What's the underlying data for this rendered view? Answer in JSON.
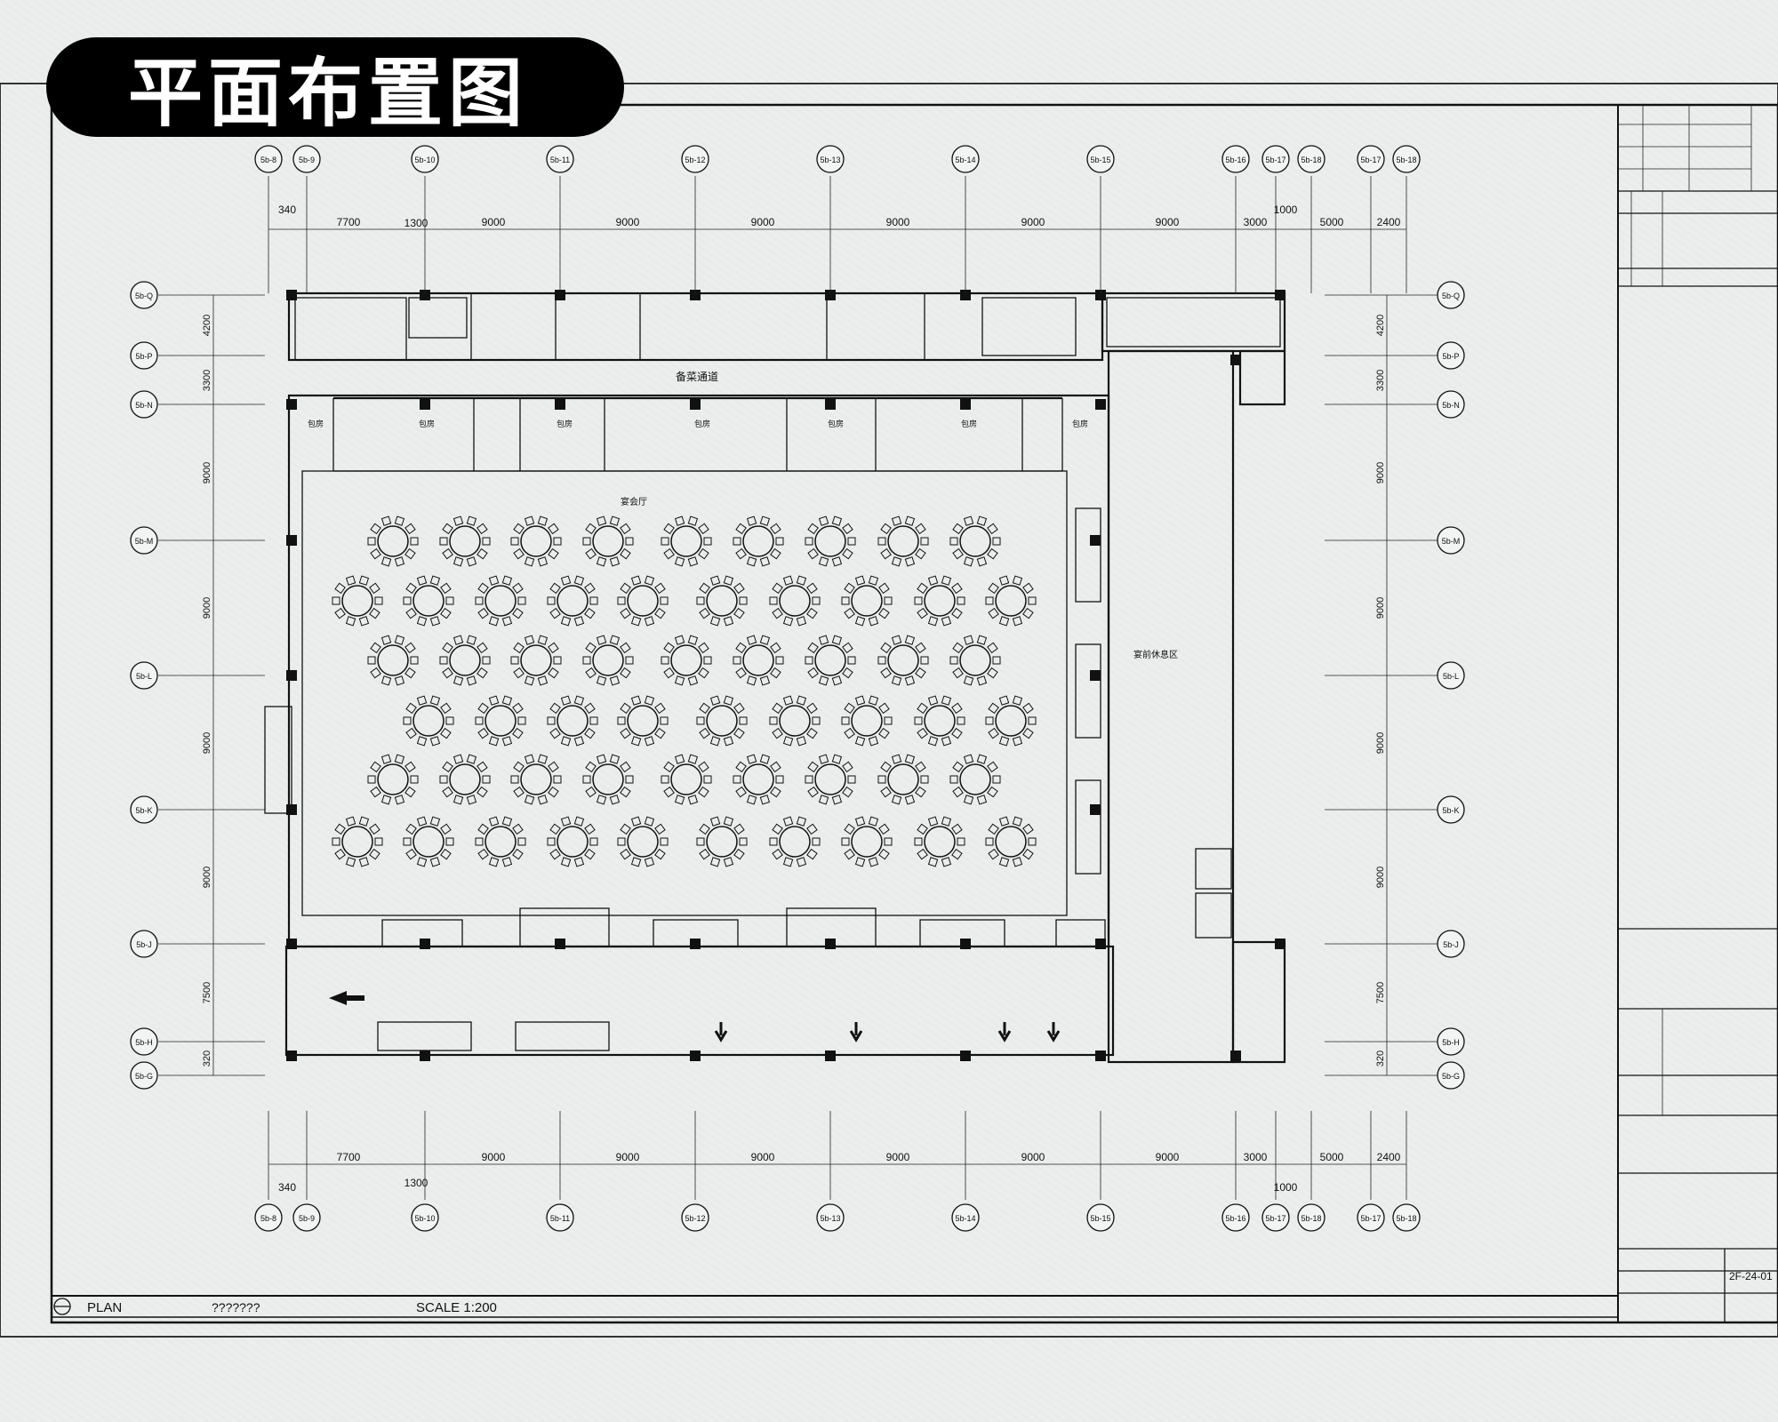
{
  "title": "平面布置图",
  "grid": {
    "columns": [
      "5b-8",
      "5b-9",
      "5b-10",
      "5b-11",
      "5b-12",
      "5b-13",
      "5b-14",
      "5b-15",
      "5b-16",
      "5b-17",
      "5b-18",
      "5b-17",
      "5b-18"
    ],
    "rows": [
      "5b-Q",
      "5b-P",
      "5b-N",
      "5b-M",
      "5b-L",
      "5b-K",
      "5b-J",
      "5b-H",
      "5b-G"
    ]
  },
  "dimensions": {
    "top_row": [
      "7700",
      "9000",
      "9000",
      "9000",
      "9000",
      "9000",
      "9000",
      "3000",
      "5000",
      "2400"
    ],
    "top_small": [
      "340",
      "1300",
      "1000"
    ],
    "side_row": [
      "4200",
      "3300",
      "9000",
      "9000",
      "9000",
      "9000",
      "7500",
      "320"
    ]
  },
  "rooms": {
    "corridor": "备菜通道",
    "hall": "宴会厅",
    "prefunction": "宴前休息区",
    "room_label": "包房"
  },
  "tables": {
    "rows": 6,
    "count": 56
  },
  "footer": {
    "label": "PLAN",
    "name": "???????",
    "scale": "SCALE 1:200"
  },
  "title_block": {
    "drawing_no": "2F-24-01"
  }
}
